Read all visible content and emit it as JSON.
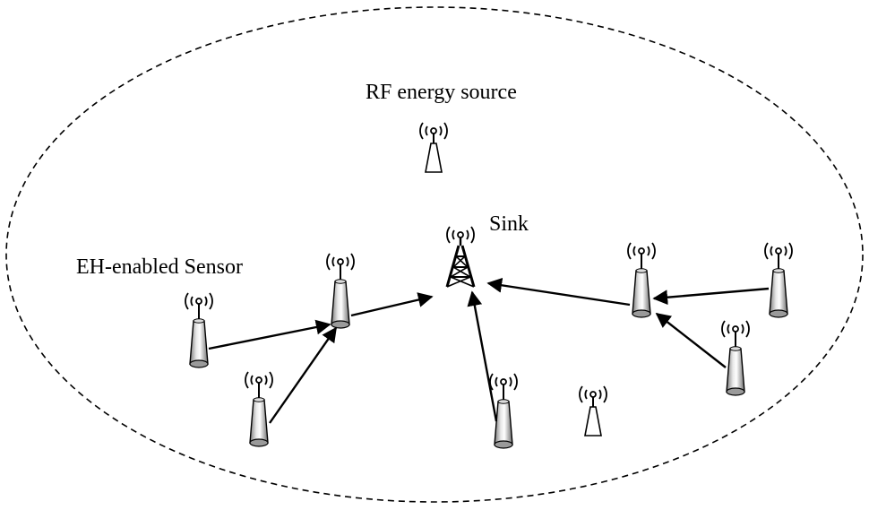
{
  "labels": {
    "rf_source": "RF energy source",
    "sink": "Sink",
    "sensor": "EH-enabled Sensor"
  },
  "legend_items": [
    "RF energy source",
    "Sink",
    "EH-enabled Sensor"
  ],
  "colors": {
    "line": "#000000",
    "background": "#ffffff",
    "sensor_fill_dark": "#8a8a8a",
    "sensor_fill_light": "#f2f2f2"
  },
  "icons": {
    "rf_source": "rf-antenna-outline-icon",
    "sink": "tower-antenna-icon",
    "sensor": "sensor-node-icon"
  },
  "network": {
    "node_types": [
      "sensor",
      "sensor",
      "sensor",
      "sensor",
      "sensor",
      "sensor",
      "sensor",
      "sink",
      "rf_source",
      "rf_source"
    ],
    "links": [
      [
        "sensor-a",
        "sensor-b"
      ],
      [
        "sensor-c",
        "sensor-b"
      ],
      [
        "sensor-b",
        "sink"
      ],
      [
        "sensor-d",
        "sink"
      ],
      [
        "sensor-e",
        "sink"
      ],
      [
        "sensor-f",
        "sensor-e"
      ],
      [
        "sensor-g",
        "sensor-e"
      ]
    ]
  }
}
